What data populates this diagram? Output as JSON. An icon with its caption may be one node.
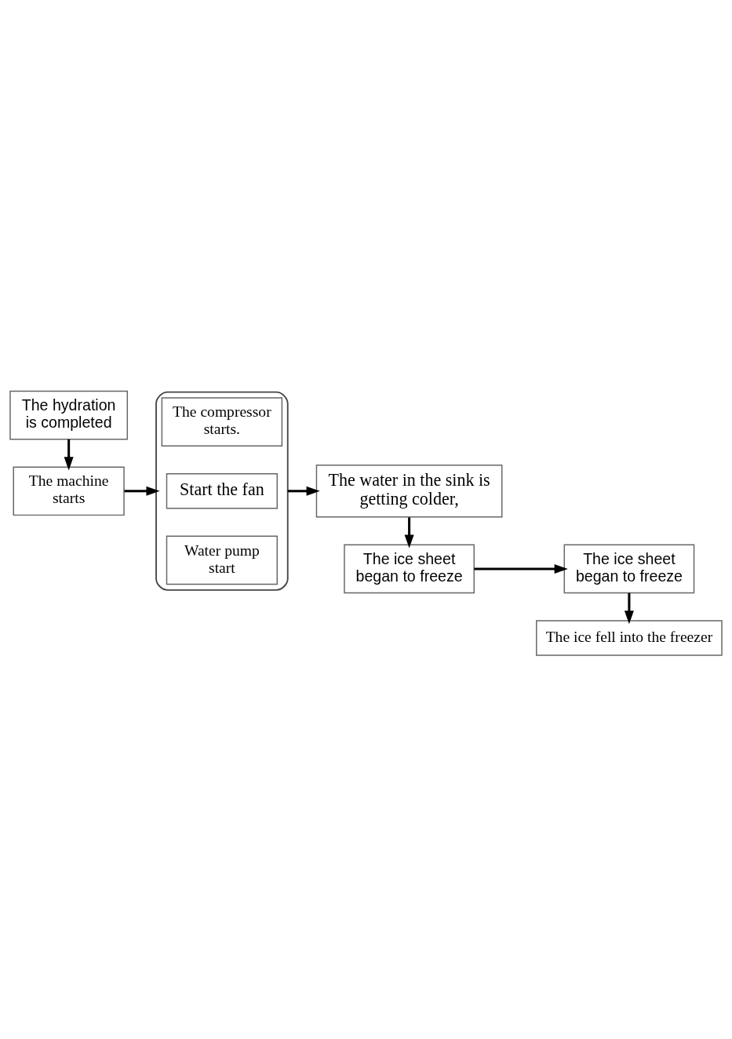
{
  "diagram": {
    "nodes": [
      {
        "text": [
          "The hydration is completed"
        ]
      },
      {
        "text": [
          "The machine starts"
        ]
      },
      {
        "text": [],
        "shape": "bracket"
      },
      {
        "text": [
          "The compressor starts."
        ],
        "in": 2
      },
      {
        "text": [
          "Start the fan"
        ],
        "in": 2
      },
      {
        "text": [
          "Water pump start"
        ],
        "in": 2
      },
      {
        "text": [
          "The ice sheet began to freeze"
        ]
      },
      {
        "text": [
          "The ice sheet began to freeze"
        ]
      },
      {
        "text": [
          "The water in the sink is getting colder,"
        ]
      },
      {
        "text": [
          "The ice fell into the freezer"
        ]
      }
    ],
    "edges": [
      {
        "from": 0,
        "to": 1,
        "arrow": "to"
      },
      {
        "from": 1,
        "to": 2,
        "arrow": "to"
      },
      {
        "from": 2,
        "to": 8,
        "arrow": "to"
      },
      {
        "from": 8,
        "to": 6,
        "arrow": "to"
      },
      {
        "from": 6,
        "to": 7,
        "arrow": "to"
      },
      {
        "from": 7,
        "to": 9,
        "arrow": "to"
      }
    ]
  }
}
